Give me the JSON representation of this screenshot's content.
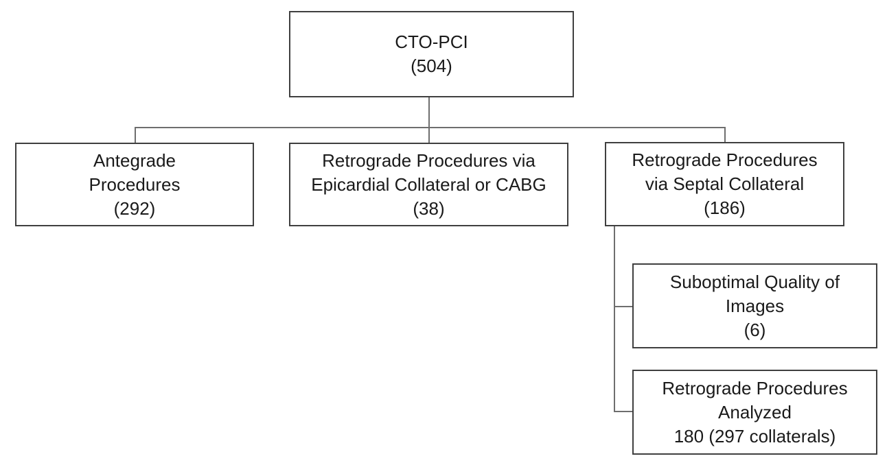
{
  "colors": {
    "box_border": "#3f3f3f",
    "connector": "#6e6e6e",
    "text": "#1a1a1a",
    "background": "#ffffff"
  },
  "nodes": {
    "root": {
      "lines": [
        "CTO-PCI",
        "(504)"
      ]
    },
    "antegrade": {
      "lines": [
        "Antegrade",
        "Procedures",
        "(292)"
      ]
    },
    "epicardial": {
      "lines": [
        "Retrograde Procedures via",
        "Epicardial Collateral or CABG",
        "(38)"
      ]
    },
    "septal": {
      "lines": [
        "Retrograde Procedures",
        "via Septal Collateral",
        "(186)"
      ]
    },
    "suboptimal": {
      "lines": [
        "Suboptimal Quality of",
        "Images",
        "(6)"
      ]
    },
    "analyzed": {
      "lines": [
        "Retrograde Procedures",
        "Analyzed",
        "180 (297 collaterals)"
      ]
    }
  },
  "edges": [
    {
      "from": "root",
      "to": "antegrade"
    },
    {
      "from": "root",
      "to": "epicardial"
    },
    {
      "from": "root",
      "to": "septal"
    },
    {
      "from": "septal",
      "to": "suboptimal"
    },
    {
      "from": "septal",
      "to": "analyzed"
    }
  ]
}
